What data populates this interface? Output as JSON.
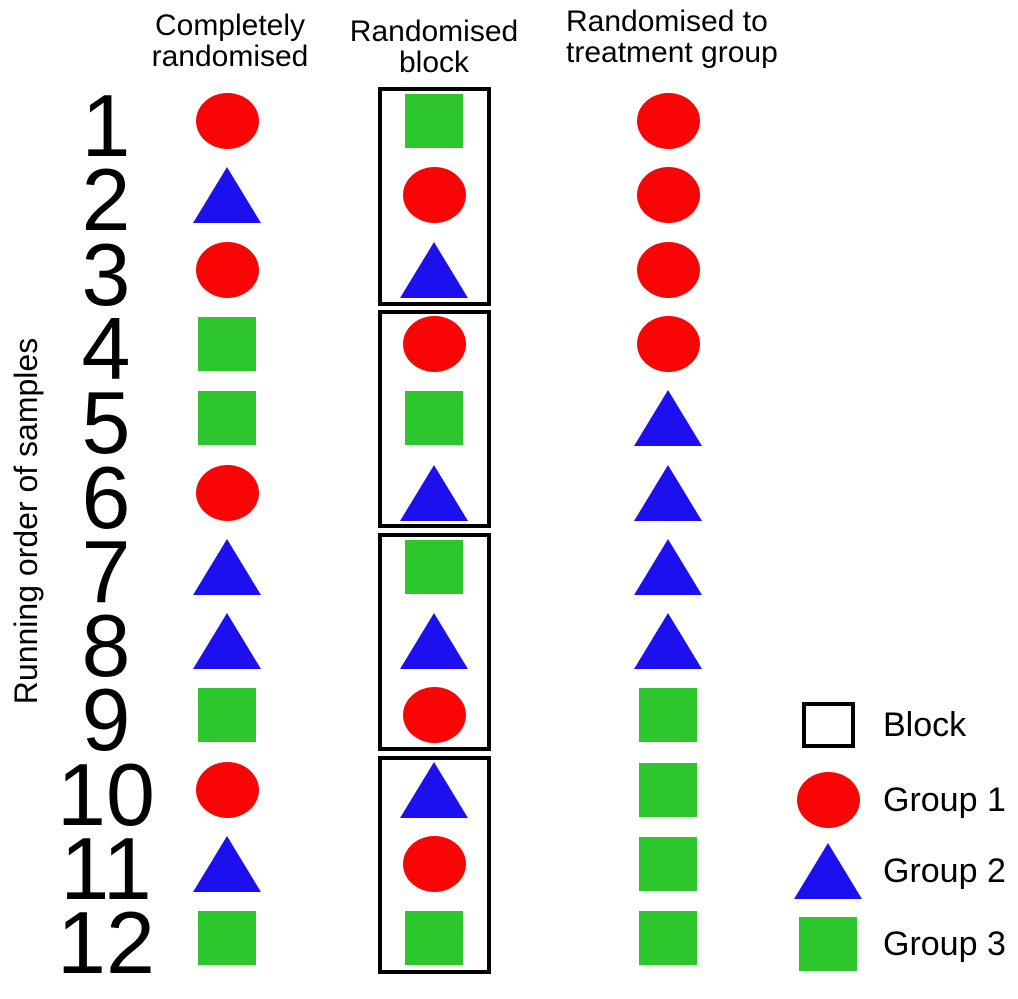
{
  "axis": {
    "y_label": "Running order of samples"
  },
  "rows": [
    "1",
    "2",
    "3",
    "4",
    "5",
    "6",
    "7",
    "8",
    "9",
    "10",
    "11",
    "12"
  ],
  "columns": [
    {
      "id": "completely-randomised",
      "header": "Completely\nrandomised",
      "sequence": [
        "circle",
        "triangle",
        "circle",
        "square",
        "square",
        "circle",
        "triangle",
        "triangle",
        "square",
        "circle",
        "triangle",
        "square"
      ]
    },
    {
      "id": "randomised-block",
      "header": "Randomised\nblock",
      "sequence": [
        "square",
        "circle",
        "triangle",
        "circle",
        "square",
        "triangle",
        "square",
        "triangle",
        "circle",
        "triangle",
        "circle",
        "square"
      ],
      "blocks": [
        [
          1,
          3
        ],
        [
          4,
          6
        ],
        [
          7,
          9
        ],
        [
          10,
          12
        ]
      ]
    },
    {
      "id": "randomised-to-treatment-group",
      "header": "Randomised to\ntreatment group",
      "sequence": [
        "circle",
        "circle",
        "circle",
        "circle",
        "triangle",
        "triangle",
        "triangle",
        "triangle",
        "square",
        "square",
        "square",
        "square"
      ]
    }
  ],
  "legend": [
    {
      "symbol": "block",
      "label": "Block"
    },
    {
      "symbol": "circle",
      "label": "Group 1"
    },
    {
      "symbol": "triangle",
      "label": "Group 2"
    },
    {
      "symbol": "square",
      "label": "Group 3"
    }
  ],
  "colors": {
    "group1_red": "#f90505",
    "group2_blue": "#1d10ee",
    "group3_green": "#2dc72d",
    "block_border": "#000000",
    "text": "#000000",
    "background": "#ffffff"
  },
  "shape_to_color": {
    "circle": "group1_red",
    "triangle": "group2_blue",
    "square": "group3_green"
  }
}
